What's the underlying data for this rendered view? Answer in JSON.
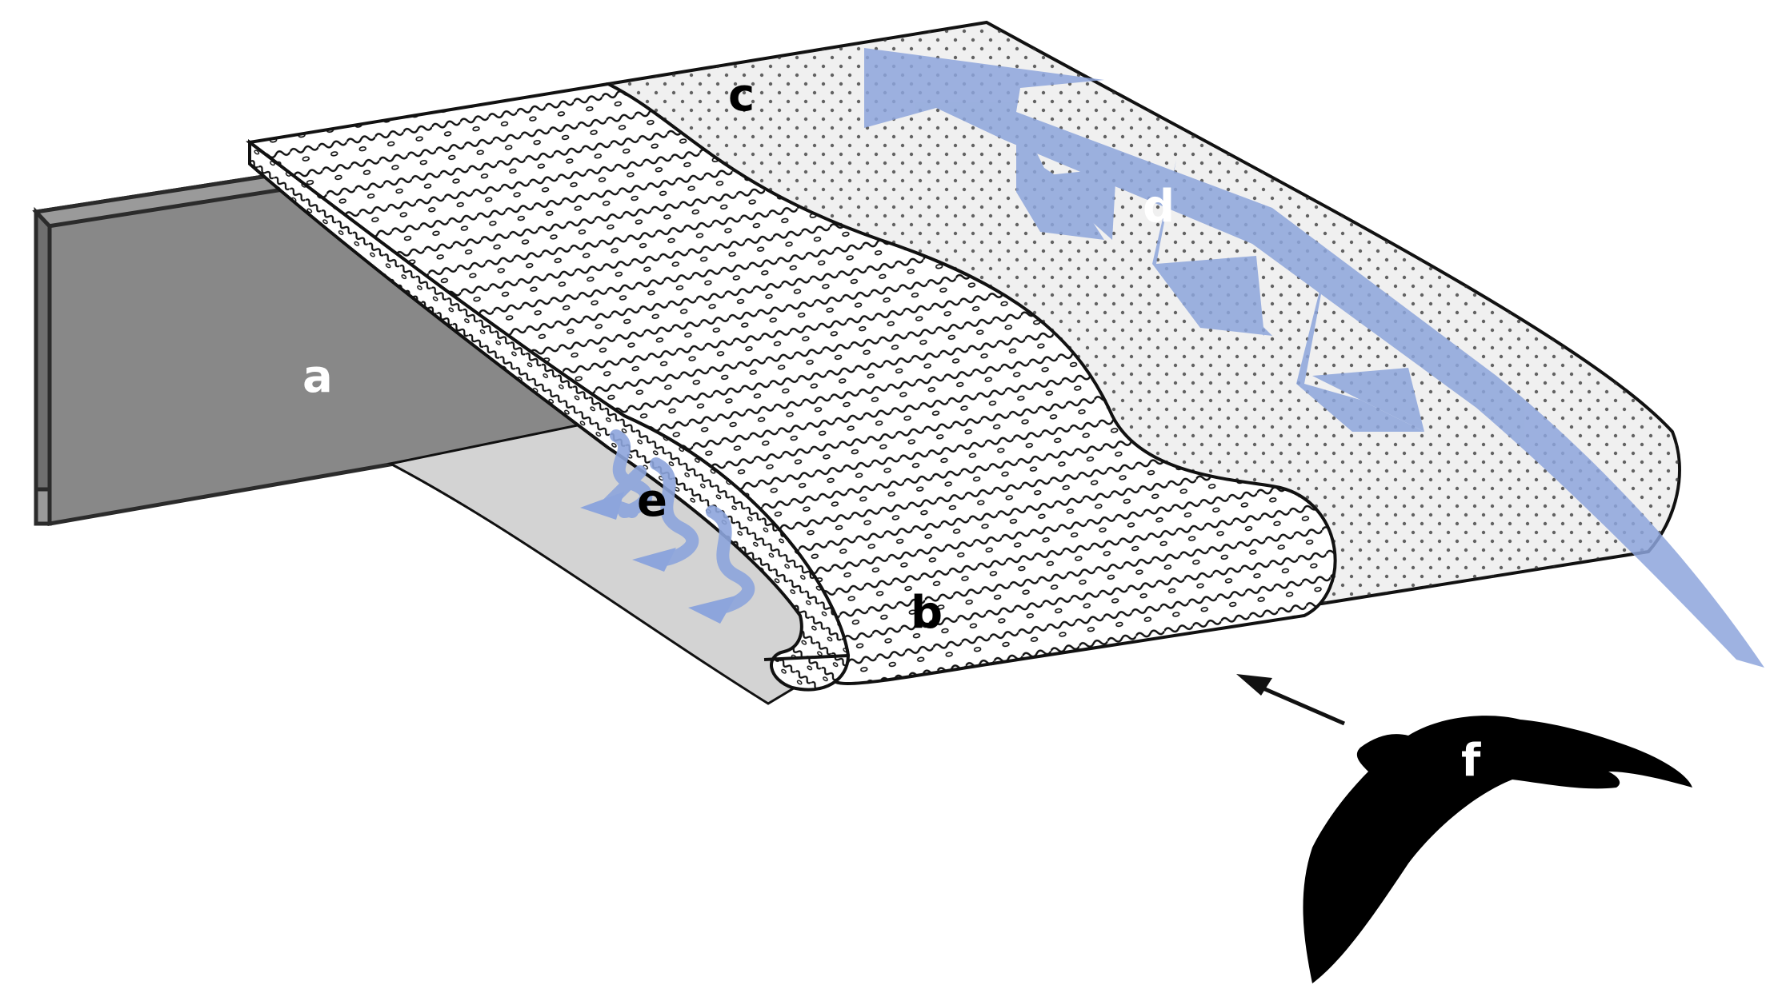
{
  "labels": {
    "a": "a",
    "b": "b",
    "c": "c",
    "d": "d",
    "e": "e",
    "f": "f"
  },
  "colors": {
    "spar": "#888888",
    "spar_outline": "#2b2b2b",
    "undersurface": "#d3d3d3",
    "membrane": "#f0f0f0",
    "flow_arrow": "#8da5dc",
    "bird": "#000000",
    "outline": "#111111",
    "label_light": "#ffffff",
    "label_dark": "#000000"
  },
  "icons": {
    "bird": "bird-silhouette-icon",
    "motion": "arrow-icon"
  }
}
